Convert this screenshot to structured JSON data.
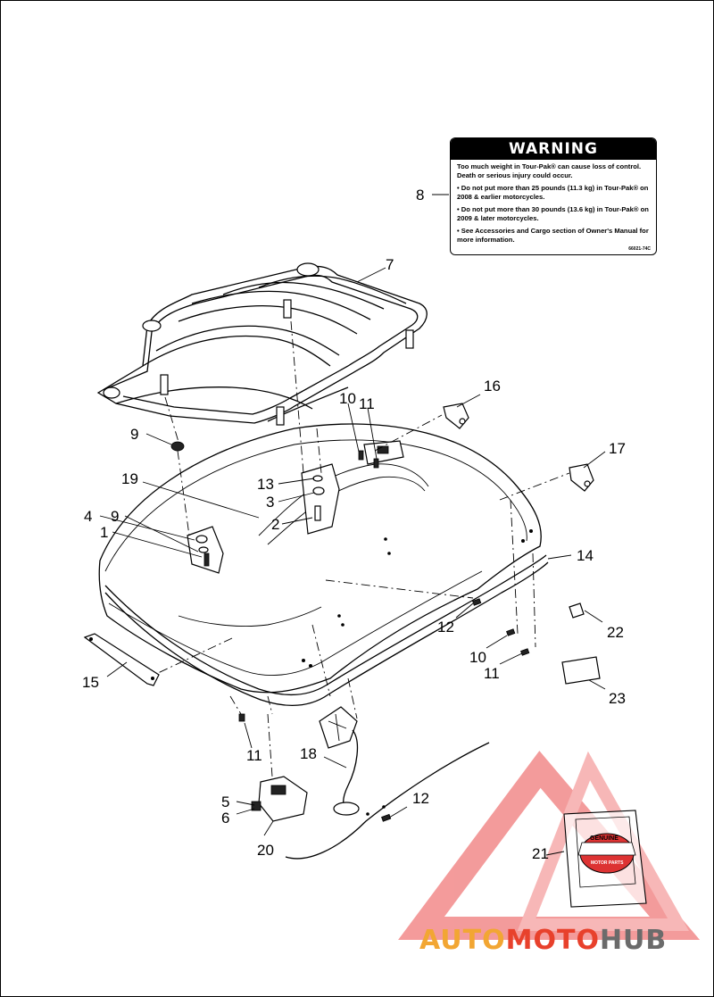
{
  "warning_label": {
    "header": "WARNING",
    "line1": "Too much weight in Tour-Pak® can cause loss of control. Death or serious injury could occur.",
    "bullet1": "Do not put more than 25 pounds (11.3 kg) in Tour-Pak® on 2008 & earlier motorcycles.",
    "bullet2": "Do not put more than 30 pounds (13.6 kg) in Tour-Pak® on 2009 & later motorcycles.",
    "bullet3": "See Accessories and Cargo section of Owner's Manual for more information.",
    "code": "66021-74C"
  },
  "callouts": {
    "c1": "1",
    "c2": "2",
    "c3": "3",
    "c4": "4",
    "c5": "5",
    "c6": "6",
    "c7": "7",
    "c8": "8",
    "c9a": "9",
    "c9b": "9",
    "c10a": "10",
    "c10b": "10",
    "c11a": "11",
    "c11b": "11",
    "c11c": "11",
    "c12a": "12",
    "c12b": "12",
    "c13": "13",
    "c14": "14",
    "c15": "15",
    "c16": "16",
    "c17": "17",
    "c18": "18",
    "c19": "19",
    "c20": "20",
    "c21": "21",
    "c22": "22",
    "c23": "23"
  },
  "watermark": {
    "part1": "AUTO",
    "part2": "MOTO",
    "part3": "HUB",
    "badge_top": "GENUINE",
    "badge_bottom": "MOTOR PARTS",
    "colors": {
      "auto": "#f2a633",
      "moto": "#e8412c",
      "hub": "#6b6b6b",
      "triangle": "#f07a7a"
    }
  }
}
